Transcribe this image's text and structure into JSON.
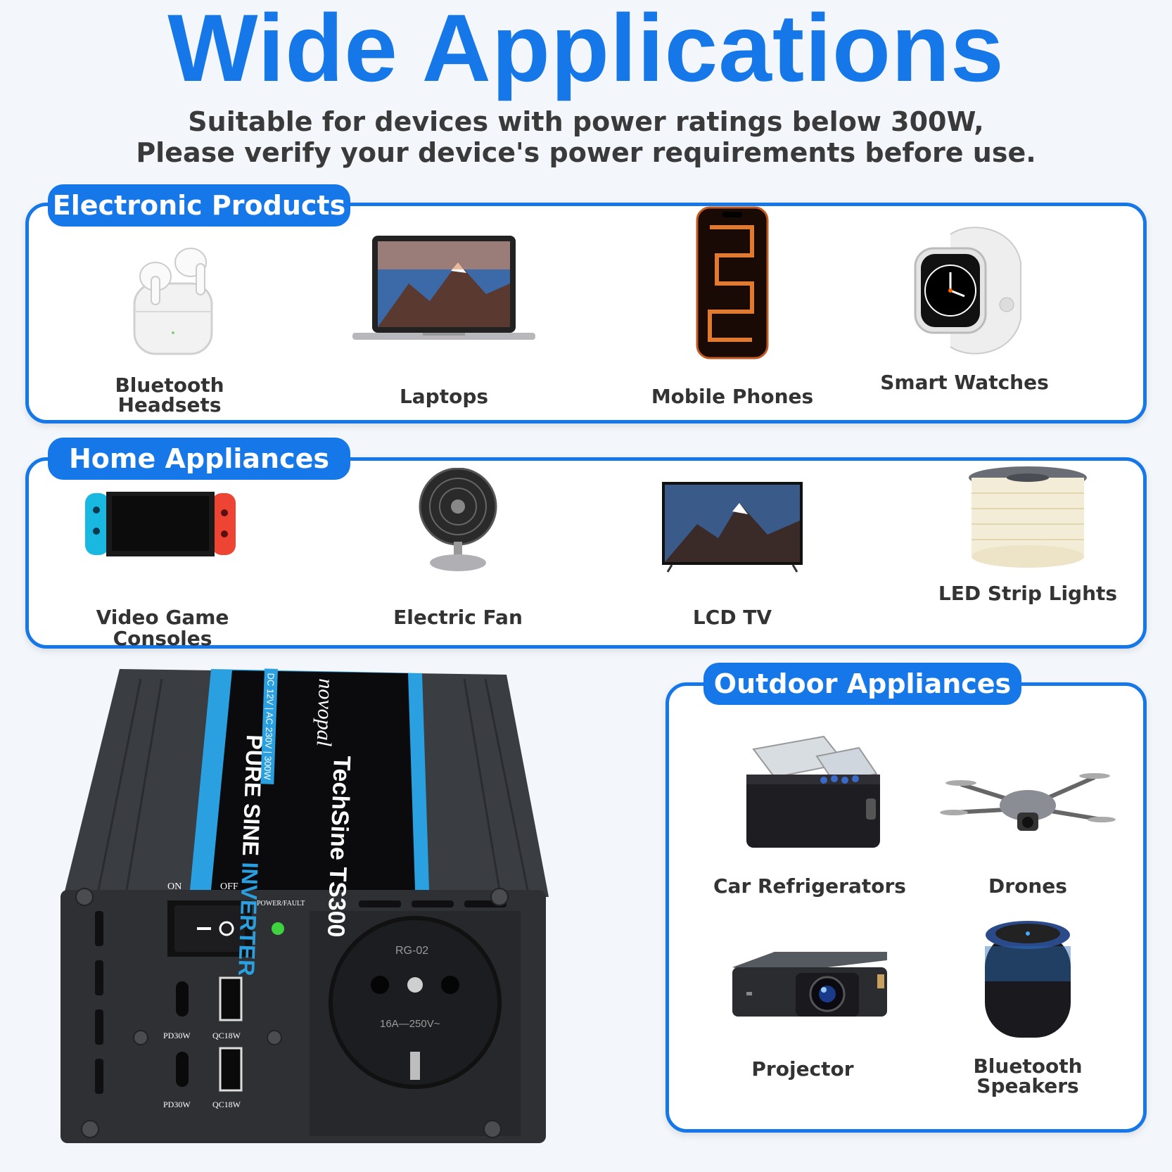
{
  "header": {
    "title": "Wide Applications",
    "subtitle_line1": "Suitable for devices with power ratings below 300W,",
    "subtitle_line2": "Please verify your device's power requirements before use."
  },
  "sections": {
    "electronic": {
      "label": "Electronic Products",
      "items": [
        {
          "label_line1": "Bluetooth",
          "label_line2": "Headsets",
          "icon": "earbuds-icon"
        },
        {
          "label": "Laptops",
          "icon": "laptop-icon"
        },
        {
          "label": "Mobile Phones",
          "icon": "phone-icon"
        },
        {
          "label": "Smart Watches",
          "icon": "watch-icon"
        }
      ]
    },
    "home": {
      "label": "Home Appliances",
      "items": [
        {
          "label": "Video Game Consoles",
          "icon": "game-console-icon"
        },
        {
          "label": "Electric Fan",
          "icon": "fan-icon"
        },
        {
          "label": "LCD TV",
          "icon": "tv-icon"
        },
        {
          "label": "LED Strip Lights",
          "icon": "led-reel-icon"
        }
      ]
    },
    "outdoor": {
      "label": "Outdoor Appliances",
      "items": [
        {
          "label": "Car Refrigerators",
          "icon": "fridge-icon"
        },
        {
          "label": "Drones",
          "icon": "drone-icon"
        },
        {
          "label": "Projector",
          "icon": "projector-icon"
        },
        {
          "label_line1": "Bluetooth",
          "label_line2": "Speakers",
          "icon": "speaker-icon"
        }
      ]
    }
  },
  "inverter": {
    "brand": "novopal",
    "model": "TechSine TS300",
    "product_line": "PURE SINE ",
    "product_line_accent": "INVERTER",
    "spec": "DC 12V | AC 230V | 300W",
    "switch_on": "ON",
    "switch_off": "OFF",
    "indicator": "POWER/FAULT",
    "port1": "PD30W",
    "port2": "QC18W",
    "port3": "PD30W",
    "port4": "QC18W",
    "socket_model": "RG-02",
    "socket_rating": "16A—250V~",
    "colors": {
      "accent": "#2aa0e0",
      "body": "#3a3d42"
    }
  },
  "colors": {
    "brand_blue": "#1677e8",
    "text_dark": "#333333"
  }
}
